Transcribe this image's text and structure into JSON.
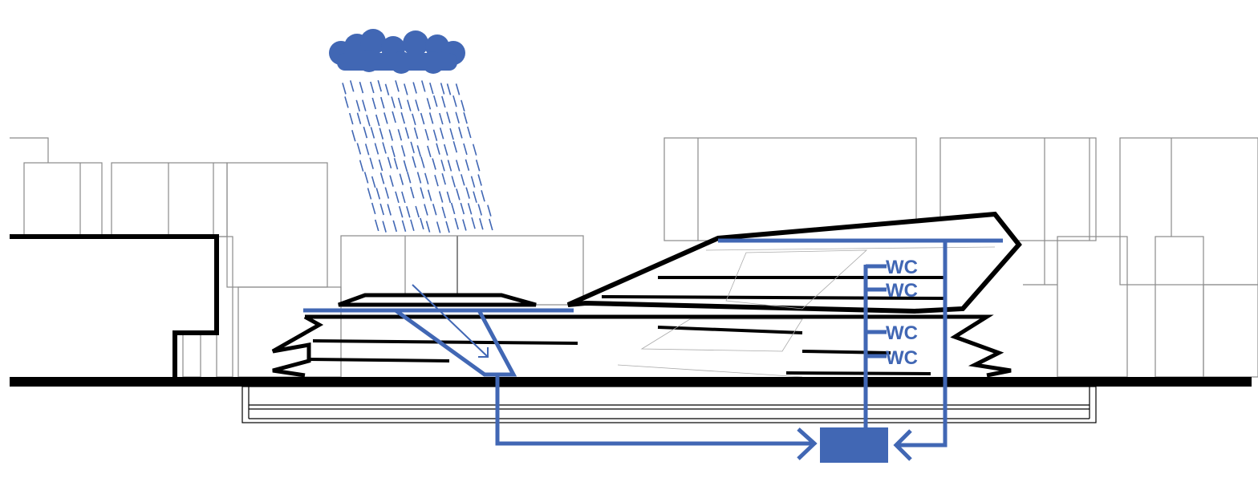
{
  "colors": {
    "water": "#4167b4",
    "structure": "#000000",
    "context": "#8a8a8a"
  },
  "labels": {
    "wc": [
      "WC",
      "WC",
      "WC",
      "WC"
    ]
  },
  "icons": {
    "cloud": "rain-cloud-icon",
    "tank": "water-tank",
    "arrows": "flow-arrow-icon"
  }
}
